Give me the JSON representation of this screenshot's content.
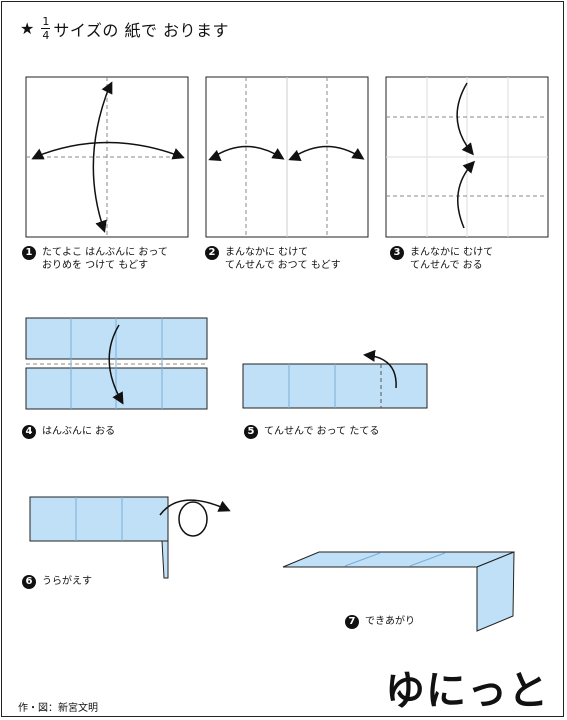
{
  "header": {
    "star": "★",
    "frac_num": "1",
    "frac_den": "4",
    "rest": "サイズの 紙で おります"
  },
  "steps": [
    {
      "num": "1",
      "text": "たてよこ はんぶんに おって\nおりめを つけて もどす"
    },
    {
      "num": "2",
      "text": "まんなかに むけて\nてんせんで おつて もどす"
    },
    {
      "num": "3",
      "text": "まんなかに むけて\nてんせんで おる"
    },
    {
      "num": "4",
      "text": "はんぶんに おる"
    },
    {
      "num": "5",
      "text": "てんせんで おって たてる"
    },
    {
      "num": "6",
      "text": "うらがえす"
    },
    {
      "num": "7",
      "text": "できあがり"
    }
  ],
  "work_title": "ゆにっと",
  "credit": "作・図：新宮文明",
  "colors": {
    "paper_blue": "#bfe0f7",
    "line": "#222222",
    "crease": "#999999"
  }
}
